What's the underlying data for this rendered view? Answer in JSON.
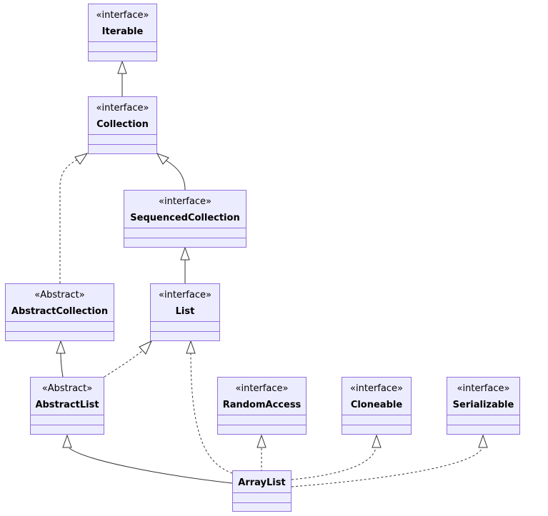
{
  "classes": {
    "iterable": {
      "stereotype": "«interface»",
      "name": "Iterable"
    },
    "collection": {
      "stereotype": "«interface»",
      "name": "Collection"
    },
    "sequenced": {
      "stereotype": "«interface»",
      "name": "SequencedCollection"
    },
    "abstract_collection": {
      "stereotype": "«Abstract»",
      "name": "AbstractCollection"
    },
    "list": {
      "stereotype": "«interface»",
      "name": "List"
    },
    "abstract_list": {
      "stereotype": "«Abstract»",
      "name": "AbstractList"
    },
    "random_access": {
      "stereotype": "«interface»",
      "name": "RandomAccess"
    },
    "cloneable": {
      "stereotype": "«interface»",
      "name": "Cloneable"
    },
    "serializable": {
      "stereotype": "«interface»",
      "name": "Serializable"
    },
    "array_list": {
      "stereotype": "",
      "name": "ArrayList"
    }
  },
  "relations": [
    {
      "from": "Collection",
      "to": "Iterable",
      "kind": "inheritance",
      "line": "solid"
    },
    {
      "from": "SequencedCollection",
      "to": "Collection",
      "kind": "inheritance",
      "line": "solid"
    },
    {
      "from": "AbstractCollection",
      "to": "Collection",
      "kind": "realization",
      "line": "dashed"
    },
    {
      "from": "List",
      "to": "SequencedCollection",
      "kind": "inheritance",
      "line": "solid"
    },
    {
      "from": "AbstractList",
      "to": "AbstractCollection",
      "kind": "inheritance",
      "line": "solid"
    },
    {
      "from": "AbstractList",
      "to": "List",
      "kind": "realization",
      "line": "dashed"
    },
    {
      "from": "ArrayList",
      "to": "AbstractList",
      "kind": "inheritance",
      "line": "solid"
    },
    {
      "from": "ArrayList",
      "to": "List",
      "kind": "realization",
      "line": "dashed"
    },
    {
      "from": "ArrayList",
      "to": "RandomAccess",
      "kind": "realization",
      "line": "dashed"
    },
    {
      "from": "ArrayList",
      "to": "Cloneable",
      "kind": "realization",
      "line": "dashed"
    },
    {
      "from": "ArrayList",
      "to": "Serializable",
      "kind": "realization",
      "line": "dashed"
    }
  ],
  "colors": {
    "box_fill": "#ececff",
    "box_border": "#9370db",
    "edge": "#333333",
    "text": "#000000"
  }
}
